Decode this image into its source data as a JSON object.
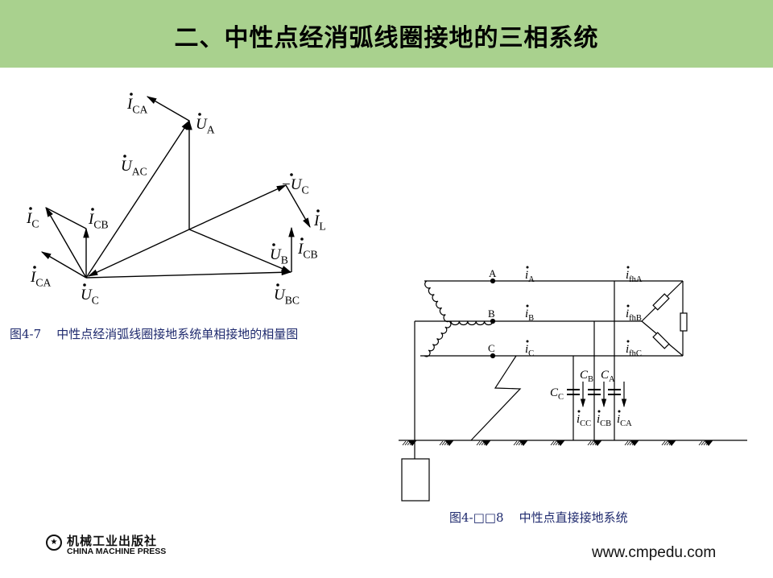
{
  "slide": {
    "title": "二、中性点经消弧线圈接地的三相系统",
    "title_bg": "#a9d18e"
  },
  "fig7": {
    "caption": "图4-7    中性点经消弧线圈接地系统单相接地的相量图",
    "labels": [
      {
        "main": "I",
        "sub": "CA",
        "prefix": ""
      },
      {
        "main": "U",
        "sub": "A",
        "prefix": ""
      },
      {
        "main": "U",
        "sub": "AC",
        "prefix": ""
      },
      {
        "main": "U",
        "sub": "C",
        "prefix": "−"
      },
      {
        "main": "I",
        "sub": "L",
        "prefix": ""
      },
      {
        "main": "I",
        "sub": "C",
        "prefix": ""
      },
      {
        "main": "I",
        "sub": "CB",
        "prefix": ""
      },
      {
        "main": "I",
        "sub": "CB",
        "prefix": ""
      },
      {
        "main": "U",
        "sub": "B",
        "prefix": ""
      },
      {
        "main": "I",
        "sub": "CA",
        "prefix": ""
      },
      {
        "main": "U",
        "sub": "C",
        "prefix": ""
      },
      {
        "main": "U",
        "sub": "BC",
        "prefix": ""
      }
    ]
  },
  "fig8": {
    "caption": "图4-□□8    中性点直接接地系统",
    "phase_labels": [
      "A",
      "B",
      "C"
    ],
    "labels": [
      {
        "main": "i",
        "sub": "A"
      },
      {
        "main": "i",
        "sub": "B"
      },
      {
        "main": "i",
        "sub": "C"
      },
      {
        "main": "i",
        "sub": "fhA"
      },
      {
        "main": "i",
        "sub": "fhB"
      },
      {
        "main": "i",
        "sub": "fhC"
      },
      {
        "main": "C",
        "sub": "B"
      },
      {
        "main": "C",
        "sub": "A"
      },
      {
        "main": "C",
        "sub": "C"
      },
      {
        "main": "i",
        "sub": "CC"
      },
      {
        "main": "i",
        "sub": "CB"
      },
      {
        "main": "i",
        "sub": "CA"
      }
    ]
  },
  "footer": {
    "publisher_cn": "机械工业出版社",
    "publisher_en": "CHINA MACHINE PRESS",
    "url": "www.cmpedu.com"
  }
}
